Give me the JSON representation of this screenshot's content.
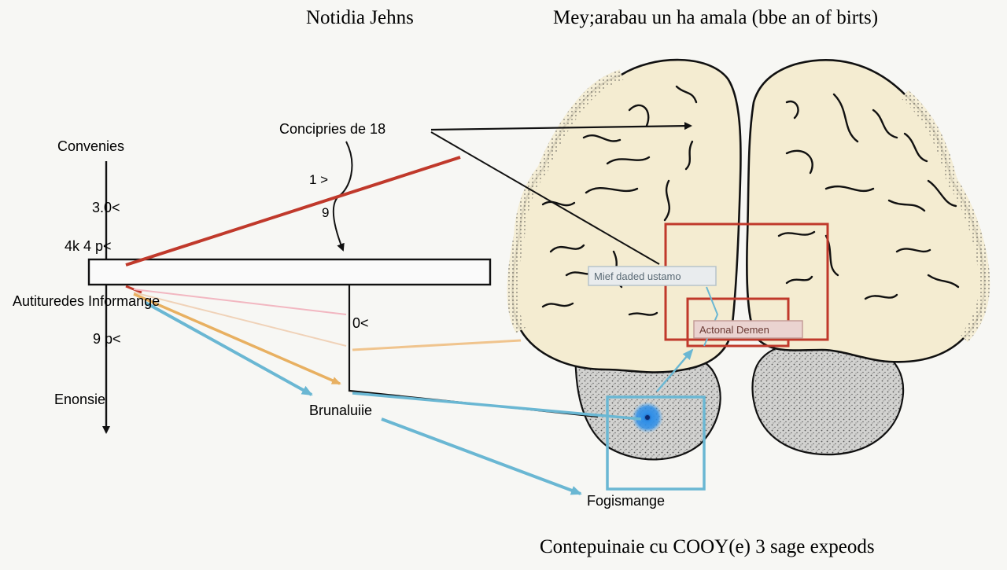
{
  "titles": {
    "left": "Notidia Jehns",
    "right": "Mey;arabau un ha amala (bbe an of birts)",
    "bottom": "Contepuinaie cu COOY(e) 3 sage expeods"
  },
  "left_panel": {
    "axis_top": "Convenies",
    "tick_1": "3.0<",
    "tick_2": "4k 4 p<",
    "middle": "Autituredes Informange",
    "tick_3": "9 p<",
    "axis_bottom": "Enonsie"
  },
  "arc": {
    "label": "Concipries de 18",
    "upper": "1 >",
    "lower": "9"
  },
  "bar": {
    "side_value": "0<"
  },
  "targets": {
    "center": "Brunaluiie",
    "bottom": "Fogismange"
  },
  "brain": {
    "box_upper_label": "Mief daded ustamo",
    "box_lower_label": "Actonal Demen"
  },
  "colors": {
    "ink": "#111111",
    "red": "#c0392b",
    "blue": "#6ab7d3",
    "orange": "#e8b061",
    "pink": "#f2b7c1",
    "brain": "#f4ecd1",
    "cerebellum": "#cfcfcf",
    "focus": "#2f8fe8"
  }
}
